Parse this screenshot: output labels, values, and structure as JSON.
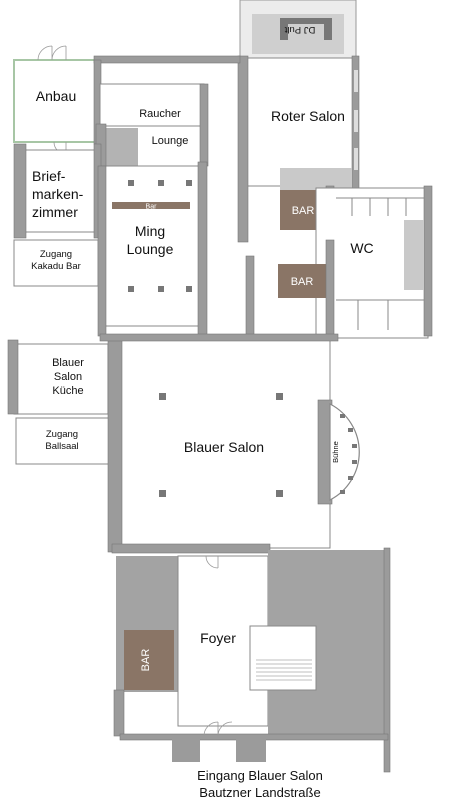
{
  "rooms": {
    "anbau": "Anbau",
    "raucher": "Raucher",
    "lounge": "Lounge",
    "roter_salon": "Roter Salon",
    "dj_pult": "DJ Pult",
    "briefmarken_1": "Brief-",
    "briefmarken_2": "marken-",
    "briefmarken_3": "zimmer",
    "ming_1": "Ming",
    "ming_2": "Lounge",
    "ming_bar": "Bar",
    "zugang_kakadu_1": "Zugang",
    "zugang_kakadu_2": "Kakadu Bar",
    "wc": "WC",
    "blauer_kueche_1": "Blauer",
    "blauer_kueche_2": "Salon",
    "blauer_kueche_3": "Küche",
    "zugang_ballsaal_1": "Zugang",
    "zugang_ballsaal_2": "Ballsaal",
    "blauer_salon": "Blauer Salon",
    "buehne": "Bühne",
    "foyer": "Foyer"
  },
  "bars": {
    "bar_roter_upper": "BAR",
    "bar_roter_lower": "BAR",
    "bar_foyer": "BAR"
  },
  "caption": {
    "line1": "Eingang Blauer Salon",
    "line2": "Bautzner Landstraße"
  },
  "colors": {
    "wall": "#9b9b9b",
    "bar_fill": "#8a7566",
    "shaded_area": "#a3a3a3",
    "light_shade": "#c9c9c9",
    "window_green": "#a7c6a5"
  }
}
